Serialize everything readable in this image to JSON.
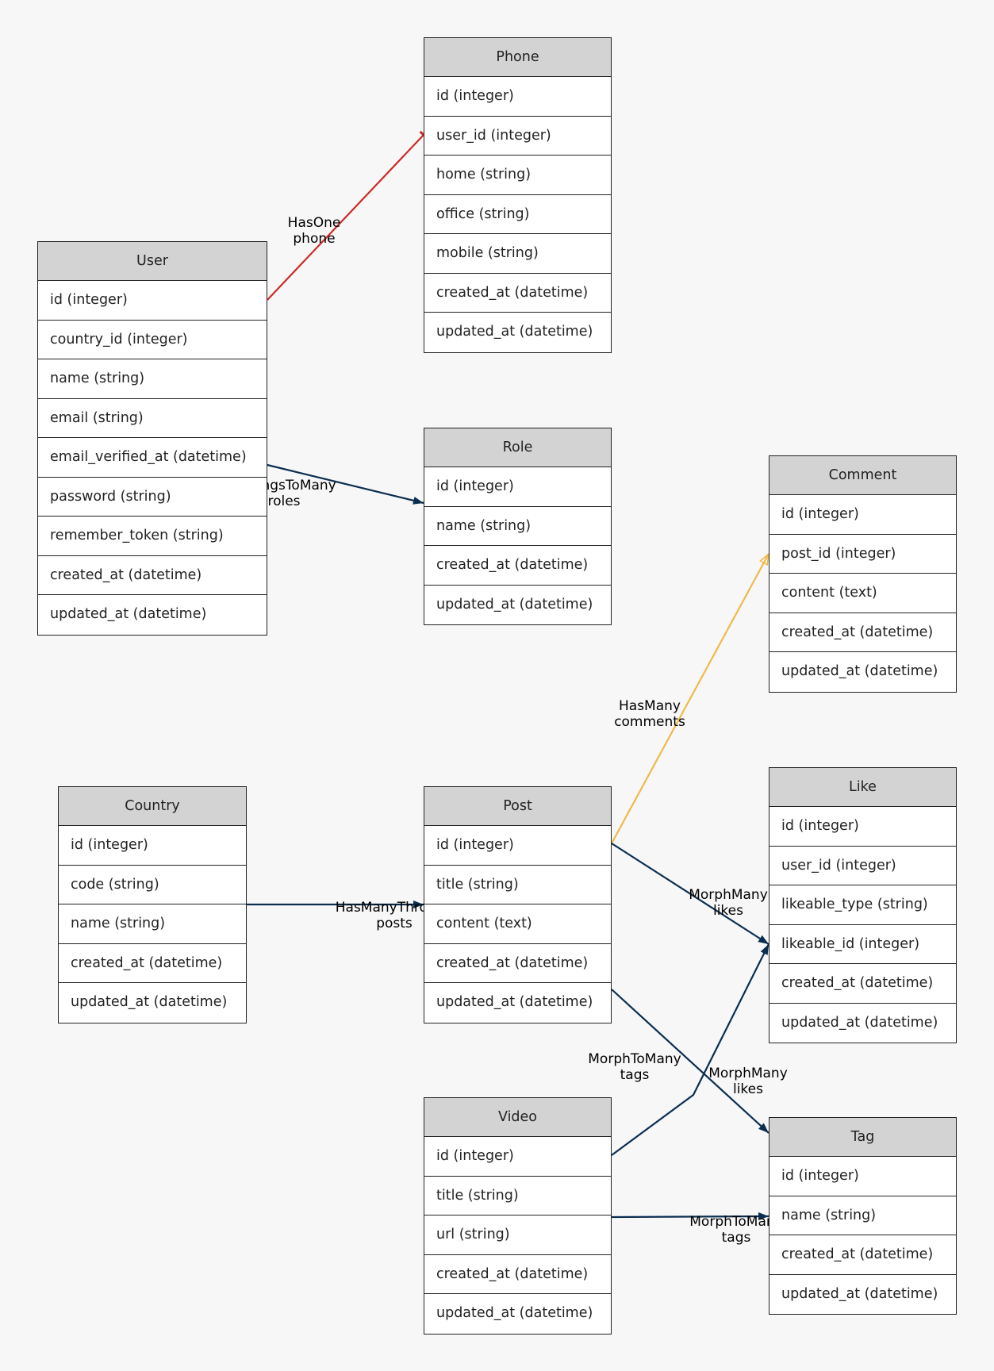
{
  "entities": [
    {
      "id": "phone",
      "name": "Phone",
      "fields": [
        "id (integer)",
        "user_id (integer)",
        "home (string)",
        "office (string)",
        "mobile (string)",
        "created_at (datetime)",
        "updated_at (datetime)"
      ]
    },
    {
      "id": "user",
      "name": "User",
      "fields": [
        "id (integer)",
        "country_id (integer)",
        "name (string)",
        "email (string)",
        "email_verified_at (datetime)",
        "password (string)",
        "remember_token (string)",
        "created_at (datetime)",
        "updated_at (datetime)"
      ]
    },
    {
      "id": "role",
      "name": "Role",
      "fields": [
        "id (integer)",
        "name (string)",
        "created_at (datetime)",
        "updated_at (datetime)"
      ]
    },
    {
      "id": "comment",
      "name": "Comment",
      "fields": [
        "id (integer)",
        "post_id (integer)",
        "content (text)",
        "created_at (datetime)",
        "updated_at (datetime)"
      ]
    },
    {
      "id": "country",
      "name": "Country",
      "fields": [
        "id (integer)",
        "code (string)",
        "name (string)",
        "created_at (datetime)",
        "updated_at (datetime)"
      ]
    },
    {
      "id": "post",
      "name": "Post",
      "fields": [
        "id (integer)",
        "title (string)",
        "content (text)",
        "created_at (datetime)",
        "updated_at (datetime)"
      ]
    },
    {
      "id": "like",
      "name": "Like",
      "fields": [
        "id (integer)",
        "user_id (integer)",
        "likeable_type (string)",
        "likeable_id (integer)",
        "created_at (datetime)",
        "updated_at (datetime)"
      ]
    },
    {
      "id": "video",
      "name": "Video",
      "fields": [
        "id (integer)",
        "title (string)",
        "url (string)",
        "created_at (datetime)",
        "updated_at (datetime)"
      ]
    },
    {
      "id": "tag",
      "name": "Tag",
      "fields": [
        "id (integer)",
        "name (string)",
        "created_at (datetime)",
        "updated_at (datetime)"
      ]
    }
  ],
  "relations": [
    {
      "id": "user-phone",
      "from": "User",
      "to": "Phone",
      "type": "HasOne",
      "name": "phone",
      "color": "#cc2a2a"
    },
    {
      "id": "user-role",
      "from": "User",
      "to": "Role",
      "type": "BelongsToMany",
      "name": "roles",
      "color": "#0b2e4f"
    },
    {
      "id": "post-comment",
      "from": "Post",
      "to": "Comment",
      "type": "HasMany",
      "name": "comments",
      "color": "#f2b84b"
    },
    {
      "id": "country-post",
      "from": "Country",
      "to": "Post",
      "type": "HasManyThrough",
      "name": "posts",
      "color": "#0b2e4f"
    },
    {
      "id": "post-like",
      "from": "Post",
      "to": "Like",
      "type": "MorphMany",
      "name": "likes",
      "color": "#0b2e4f"
    },
    {
      "id": "post-tag",
      "from": "Post",
      "to": "Tag",
      "type": "MorphToMany",
      "name": "tags",
      "color": "#0b2e4f"
    },
    {
      "id": "video-like",
      "from": "Video",
      "to": "Like",
      "type": "MorphMany",
      "name": "likes",
      "color": "#0b2e4f"
    },
    {
      "id": "video-tag",
      "from": "Video",
      "to": "Tag",
      "type": "MorphToMany",
      "name": "tags",
      "color": "#0b2e4f"
    }
  ]
}
